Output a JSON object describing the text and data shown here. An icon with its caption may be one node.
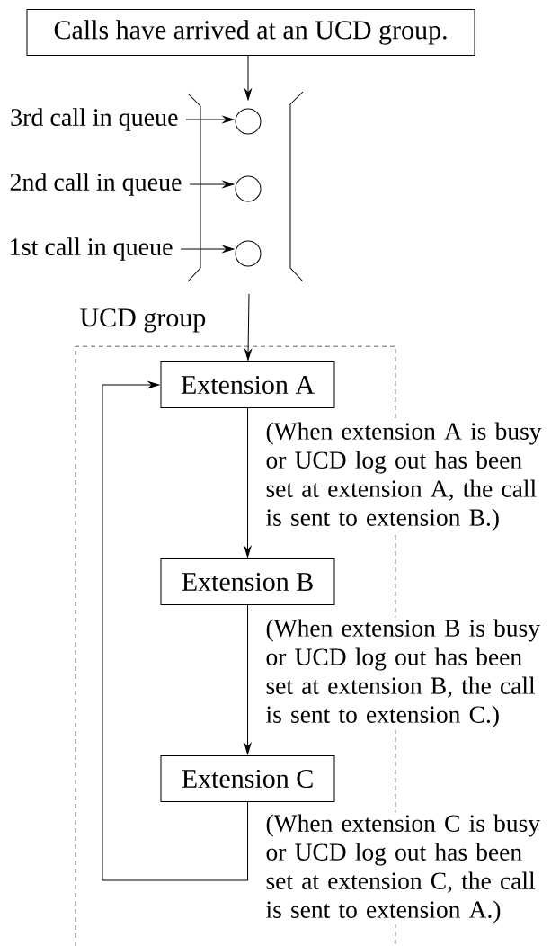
{
  "diagram": {
    "nodes": [
      {
        "text": [
          "Calls have arrived at an UCD group."
        ]
      },
      {
        "text": [
          "3rd call in queue"
        ]
      },
      {
        "text": [],
        "shape": "circle"
      },
      {
        "text": [
          "2nd call in queue"
        ]
      },
      {
        "text": [],
        "shape": "circle"
      },
      {
        "text": [
          "1st call in queue"
        ]
      },
      {
        "text": [],
        "shape": "circle"
      },
      {
        "text": [
          "UCD group"
        ]
      },
      {
        "text": [
          "Extension A"
        ],
        "in": 7
      },
      {
        "text": [
          "Extension B"
        ],
        "in": 7
      },
      {
        "text": [
          "Extension C"
        ],
        "in": 7
      }
    ],
    "edges": [
      {
        "from": 0,
        "to": 2,
        "arrow": "to"
      },
      {
        "from": 1,
        "to": 2,
        "arrow": "to"
      },
      {
        "from": 3,
        "to": 4,
        "arrow": "to"
      },
      {
        "from": 5,
        "to": 6,
        "arrow": "to"
      },
      {
        "from": null,
        "to": 8,
        "arrow": "to"
      },
      {
        "from": 8,
        "to": 9,
        "arrow": "to",
        "label": "(When extension A is busy or UCD log out has been set at extension A, the call is sent to extension B.)"
      },
      {
        "from": 9,
        "to": 10,
        "arrow": "to",
        "label": "(When extension B is busy or UCD log out has been set at extension B, the call is sent to extension C.)"
      },
      {
        "from": 10,
        "to": 8,
        "arrow": "to",
        "label": "(When extension C is busy or UCD log out has been set at extension C, the call is sent to extension A.)"
      }
    ]
  }
}
